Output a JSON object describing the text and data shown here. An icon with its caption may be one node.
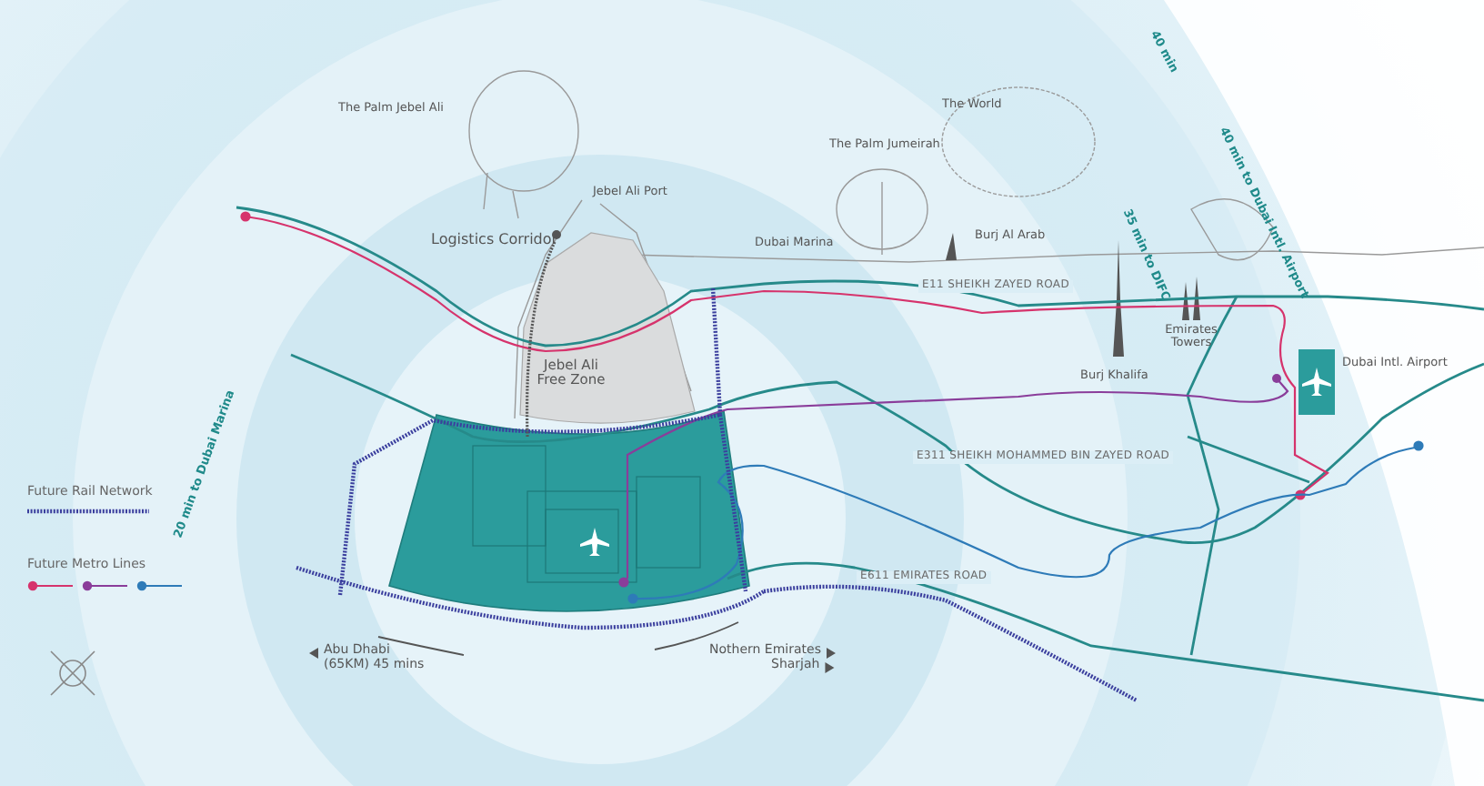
{
  "diagram": {
    "labels": [
      "40 min",
      "The Palm Jebel Ali",
      "The World",
      "The Palm Jumeirah",
      "Jebel Ali Port",
      "40 min to Dubai Intl. Airport",
      "35 min to DIFC",
      "Logistics Corridor",
      "Dubai Marina",
      "Burj Al Arab",
      "E11 SHEIKH ZAYED ROAD",
      "Emirates Towers",
      "Burj Khalifa",
      "Dubai Intl. Airport",
      "Jebel Ali Free Zone",
      "E311 SHEIKH MOHAMMED BIN ZAYED ROAD",
      "20 min to Dubai Marina",
      "E611 EMIRATES ROAD",
      "Abu Dhabi (65KM) 45 mins",
      "Nothern Emirates",
      "Sharjah"
    ],
    "legend": [
      {
        "text": "Future Rail Network"
      },
      {
        "text": "Future Metro Lines"
      }
    ]
  }
}
